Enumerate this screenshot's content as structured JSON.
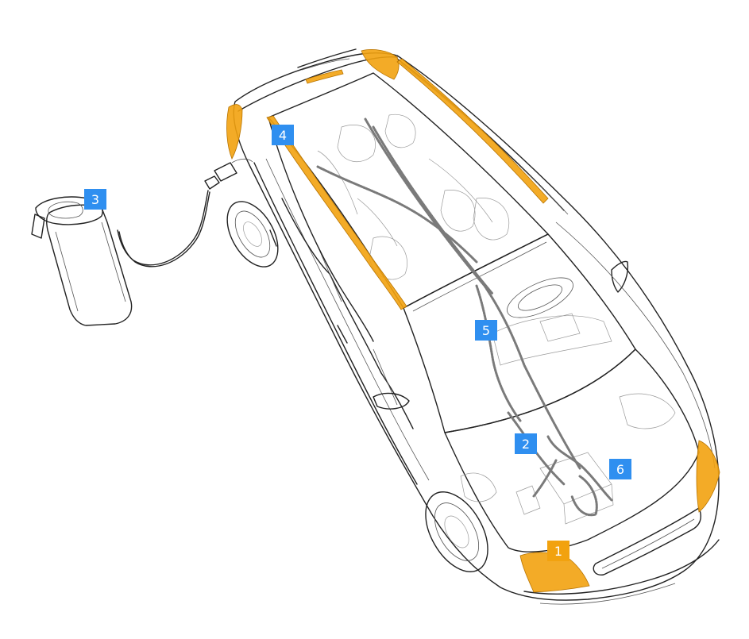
{
  "colors": {
    "highlight": "#f2a20f",
    "label_blue": "#2f8ff0",
    "label_orange": "#f2a20f",
    "label_text": "#ffffff",
    "line": "#222222",
    "cable": "#7a7a7a"
  },
  "labels": [
    {
      "id": "1",
      "text": "1",
      "color": "orange"
    },
    {
      "id": "2",
      "text": "2",
      "color": "blue"
    },
    {
      "id": "3",
      "text": "3",
      "color": "blue"
    },
    {
      "id": "4",
      "text": "4",
      "color": "blue"
    },
    {
      "id": "5",
      "text": "5",
      "color": "blue"
    },
    {
      "id": "6",
      "text": "6",
      "color": "blue"
    }
  ]
}
